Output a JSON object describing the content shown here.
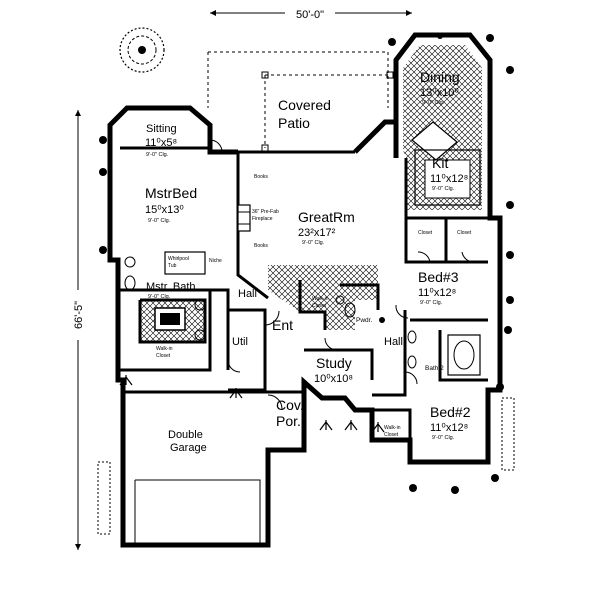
{
  "overall": {
    "width": "50'-0\"",
    "depth": "66'-5\""
  },
  "rooms": {
    "covered_patio": {
      "line1": "Covered",
      "line2": "Patio"
    },
    "dining": {
      "name": "Dining",
      "size": "13⁰x10⁰",
      "clg": "9'-0\" Clg."
    },
    "kit": {
      "name": "Kit",
      "size": "11⁰x12⁸",
      "clg": "9'-0\" Clg."
    },
    "sitting": {
      "name": "Sitting",
      "size": "11⁰x5⁸",
      "clg": "9'-0\" Clg."
    },
    "mstr_bed": {
      "name": "MstrBed",
      "size": "15⁰x13⁰",
      "clg": "9'-0\" Clg."
    },
    "great_rm": {
      "name": "GreatRm",
      "size": "23²x17²",
      "clg": "9'-0\" Clg."
    },
    "mstr_bath": {
      "name": "Mstr. Bath",
      "clg": "9'-0\" Clg."
    },
    "bed3": {
      "name": "Bed#3",
      "size": "11⁰x12⁸",
      "clg": "9'-0\" Clg."
    },
    "bed2": {
      "name": "Bed#2",
      "size": "11⁰x12⁸",
      "clg": "9'-0\" Clg."
    },
    "study": {
      "name": "Study",
      "size": "10⁰x10⁸"
    },
    "double_garage": {
      "line1": "Double",
      "line2": "Garage"
    },
    "cov_por": {
      "line1": "Cov.",
      "line2": "Por."
    },
    "hall_1": "Hall",
    "hall_2": "Hall",
    "ent": "Ent",
    "util": "Util",
    "pwdr": "Pwdr.",
    "bath2": "Bath 2"
  },
  "fixtures": {
    "books_1": "Books",
    "books_2": "Books",
    "fireplace_1": "36\" Pre-Fab",
    "fireplace_2": "Fireplace",
    "whirlpool_1": "Whirlpool",
    "whirlpool_2": "Tub",
    "niche": "Niche",
    "walkin_master_1": "Walk-in",
    "walkin_master_2": "Closet",
    "walkin_hall_1": "Walk-in",
    "walkin_hall_2": "Closet",
    "walkin_bed2_1": "Walk-in",
    "walkin_bed2_2": "Closet",
    "closet_1": "Closet",
    "closet_2": "Closet"
  },
  "colors": {
    "line": "#000000",
    "background": "#ffffff"
  }
}
